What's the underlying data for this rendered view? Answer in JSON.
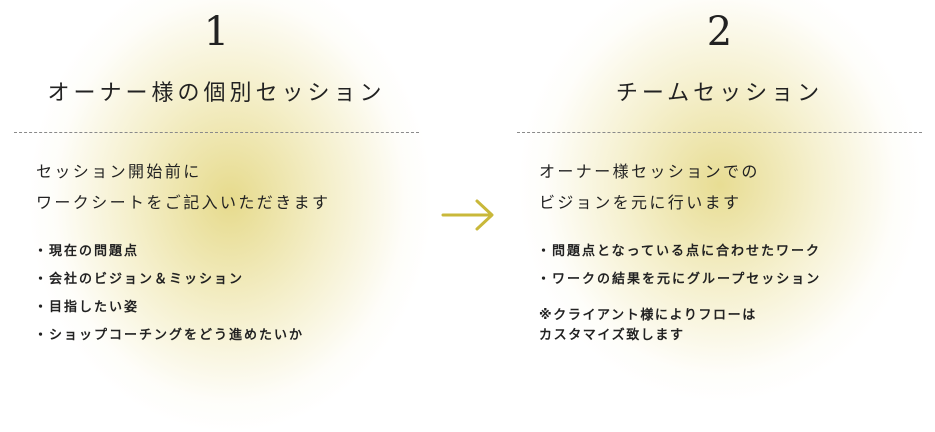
{
  "steps": [
    {
      "number": "1",
      "title": "オーナー様の個別セッション",
      "lead": [
        "セッション開始前に",
        "ワークシートをご記入いただきます"
      ],
      "bullets": [
        "現在の問題点",
        "会社のビジョン＆ミッション",
        "目指したい姿",
        "ショップコーチングをどう進めたいか"
      ]
    },
    {
      "number": "2",
      "title": "チームセッション",
      "lead": [
        "オーナー様セッションでの",
        "ビジョンを元に行います"
      ],
      "bullets": [
        "問題点となっている点に合わせたワーク",
        "ワークの結果を元にグループセッション"
      ],
      "note": [
        "※クライアント様によりフローは",
        "カスタマイズ致します"
      ]
    }
  ],
  "arrow": {
    "icon": "right-arrow-icon",
    "color": "#c9b83a"
  },
  "colors": {
    "glow": "#e2d478",
    "text": "#222222",
    "divider": "#8a8a8a"
  }
}
